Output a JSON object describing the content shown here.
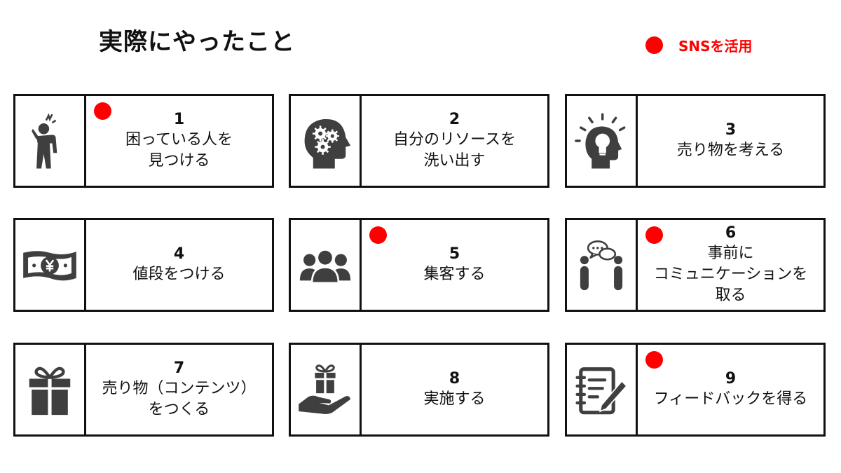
{
  "title": "実際にやったこと",
  "legend": {
    "label": "SNSを活用",
    "color": "#ff0000"
  },
  "steps": [
    {
      "number": "1",
      "lines": [
        "困っている人を",
        "見つける"
      ],
      "sns": true,
      "icon": "troubled-person-icon"
    },
    {
      "number": "2",
      "lines": [
        "自分のリソースを",
        "洗い出す"
      ],
      "sns": false,
      "icon": "head-gears-icon"
    },
    {
      "number": "3",
      "lines": [
        "売り物を考える"
      ],
      "sns": false,
      "icon": "head-lightbulb-icon"
    },
    {
      "number": "4",
      "lines": [
        "値段をつける"
      ],
      "sns": false,
      "icon": "yen-banknote-icon"
    },
    {
      "number": "5",
      "lines": [
        "集客する"
      ],
      "sns": true,
      "icon": "crowd-icon"
    },
    {
      "number": "6",
      "lines": [
        "事前に",
        "コミュニケーションを",
        "取る"
      ],
      "sns": true,
      "icon": "conversation-icon"
    },
    {
      "number": "7",
      "lines": [
        "売り物（コンテンツ）",
        "をつくる"
      ],
      "sns": false,
      "icon": "gift-box-icon"
    },
    {
      "number": "8",
      "lines": [
        "実施する"
      ],
      "sns": false,
      "icon": "hand-gift-icon"
    },
    {
      "number": "9",
      "lines": [
        "フィードバックを得る"
      ],
      "sns": true,
      "icon": "notepad-pen-icon"
    }
  ]
}
